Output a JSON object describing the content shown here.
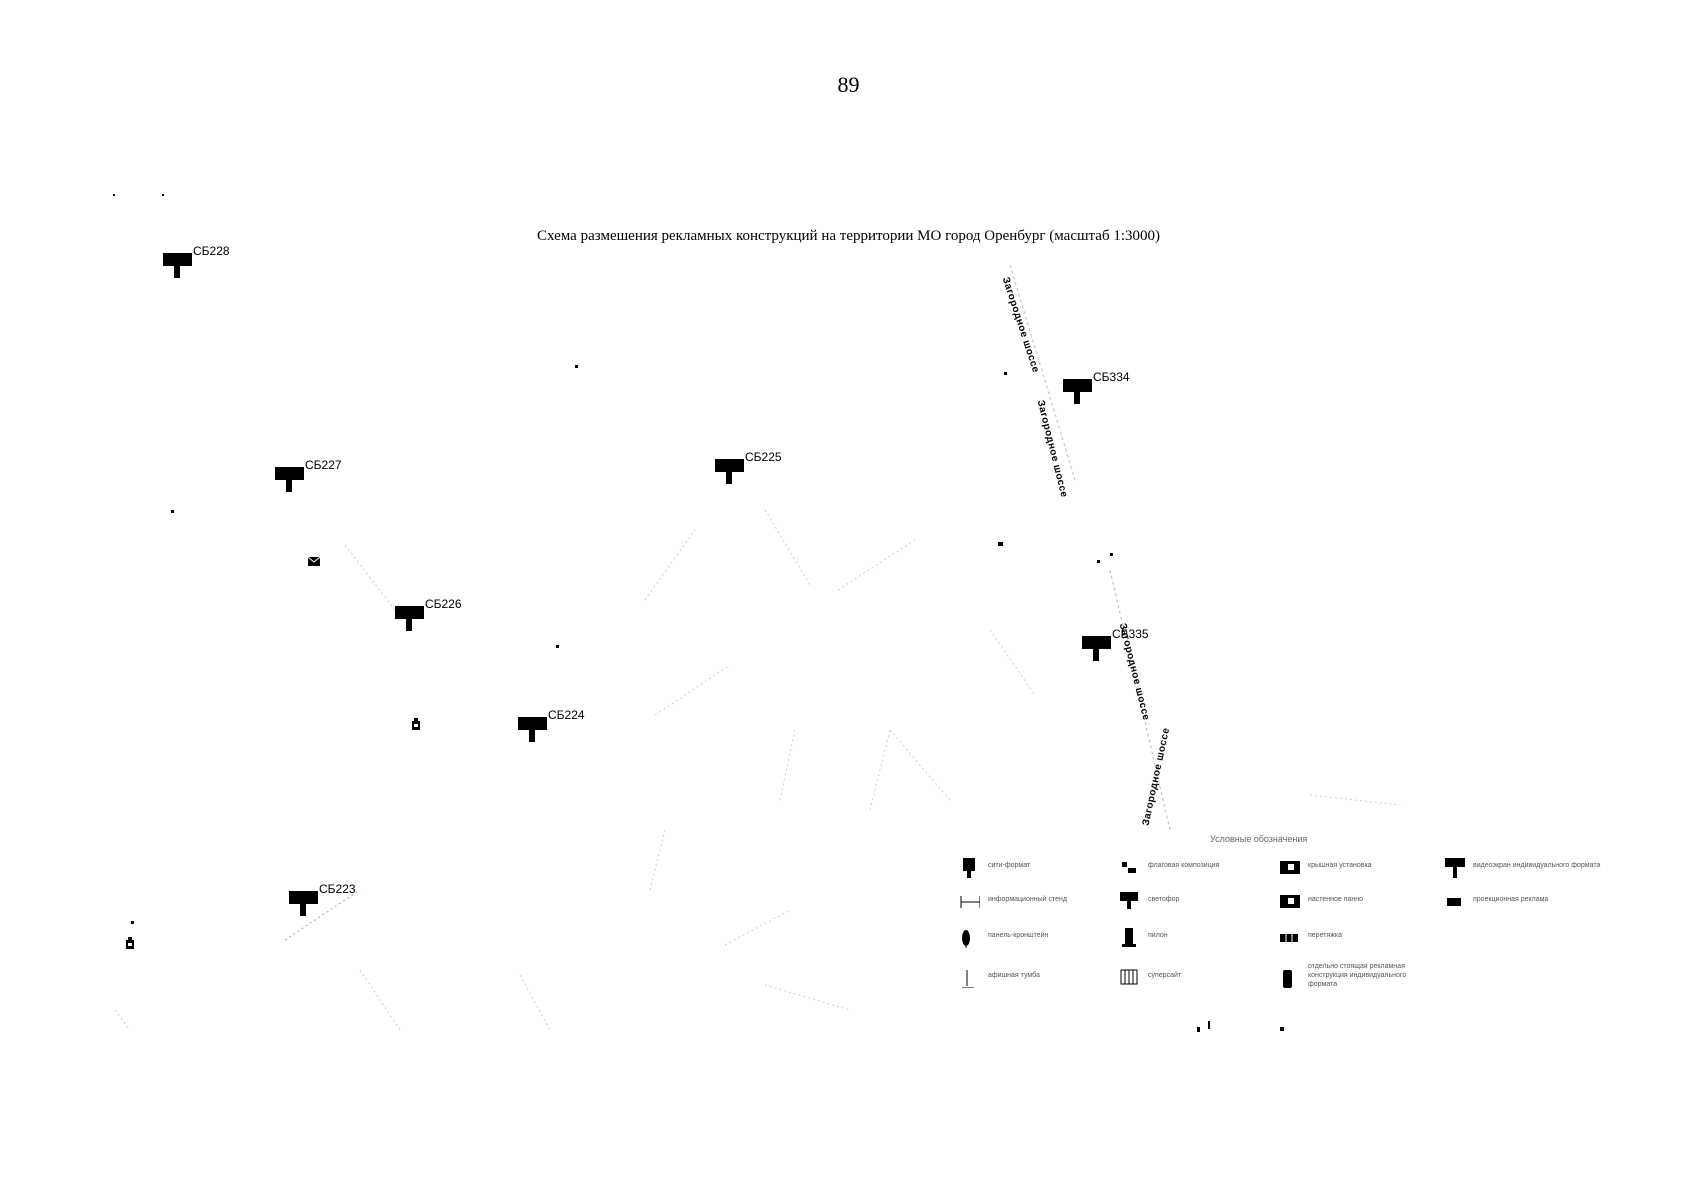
{
  "page": {
    "number": "89"
  },
  "map": {
    "title": "Схема размешения рекламных конструкций на территории МО город Оренбург (масштаб 1:3000)"
  },
  "markers": [
    {
      "label": "СБ228"
    },
    {
      "label": "СБ227"
    },
    {
      "label": "СБ226"
    },
    {
      "label": "СБ225"
    },
    {
      "label": "СБ224"
    },
    {
      "label": "СБ223"
    },
    {
      "label": "СБ334"
    },
    {
      "label": "СБ335"
    }
  ],
  "streets": [
    {
      "name": "Загородное шоссе"
    },
    {
      "name": "Загородное шоссе"
    },
    {
      "name": "Загородное шоссе"
    },
    {
      "name": "Загородное шоссе"
    }
  ],
  "legend": {
    "title": "Условные обозначения",
    "items": [
      {
        "label": "сити-формат"
      },
      {
        "label": "флаговая композиция"
      },
      {
        "label": "крышная установка"
      },
      {
        "label": "видеоэкран индивидуального формата"
      },
      {
        "label": "информационный стенд"
      },
      {
        "label": "светофор"
      },
      {
        "label": "настенное панно"
      },
      {
        "label": "проекционная реклама"
      },
      {
        "label": "панель-кронштейн"
      },
      {
        "label": "пилон"
      },
      {
        "label": "перетяжка"
      },
      {
        "label": "афишная тумба"
      },
      {
        "label": "суперсайт"
      },
      {
        "label": "отдельно стоящая рекламная конструкция индивидуального формата"
      }
    ]
  },
  "icons": {
    "marker": "billboard-icon",
    "legend_icon_color": "#000000"
  }
}
